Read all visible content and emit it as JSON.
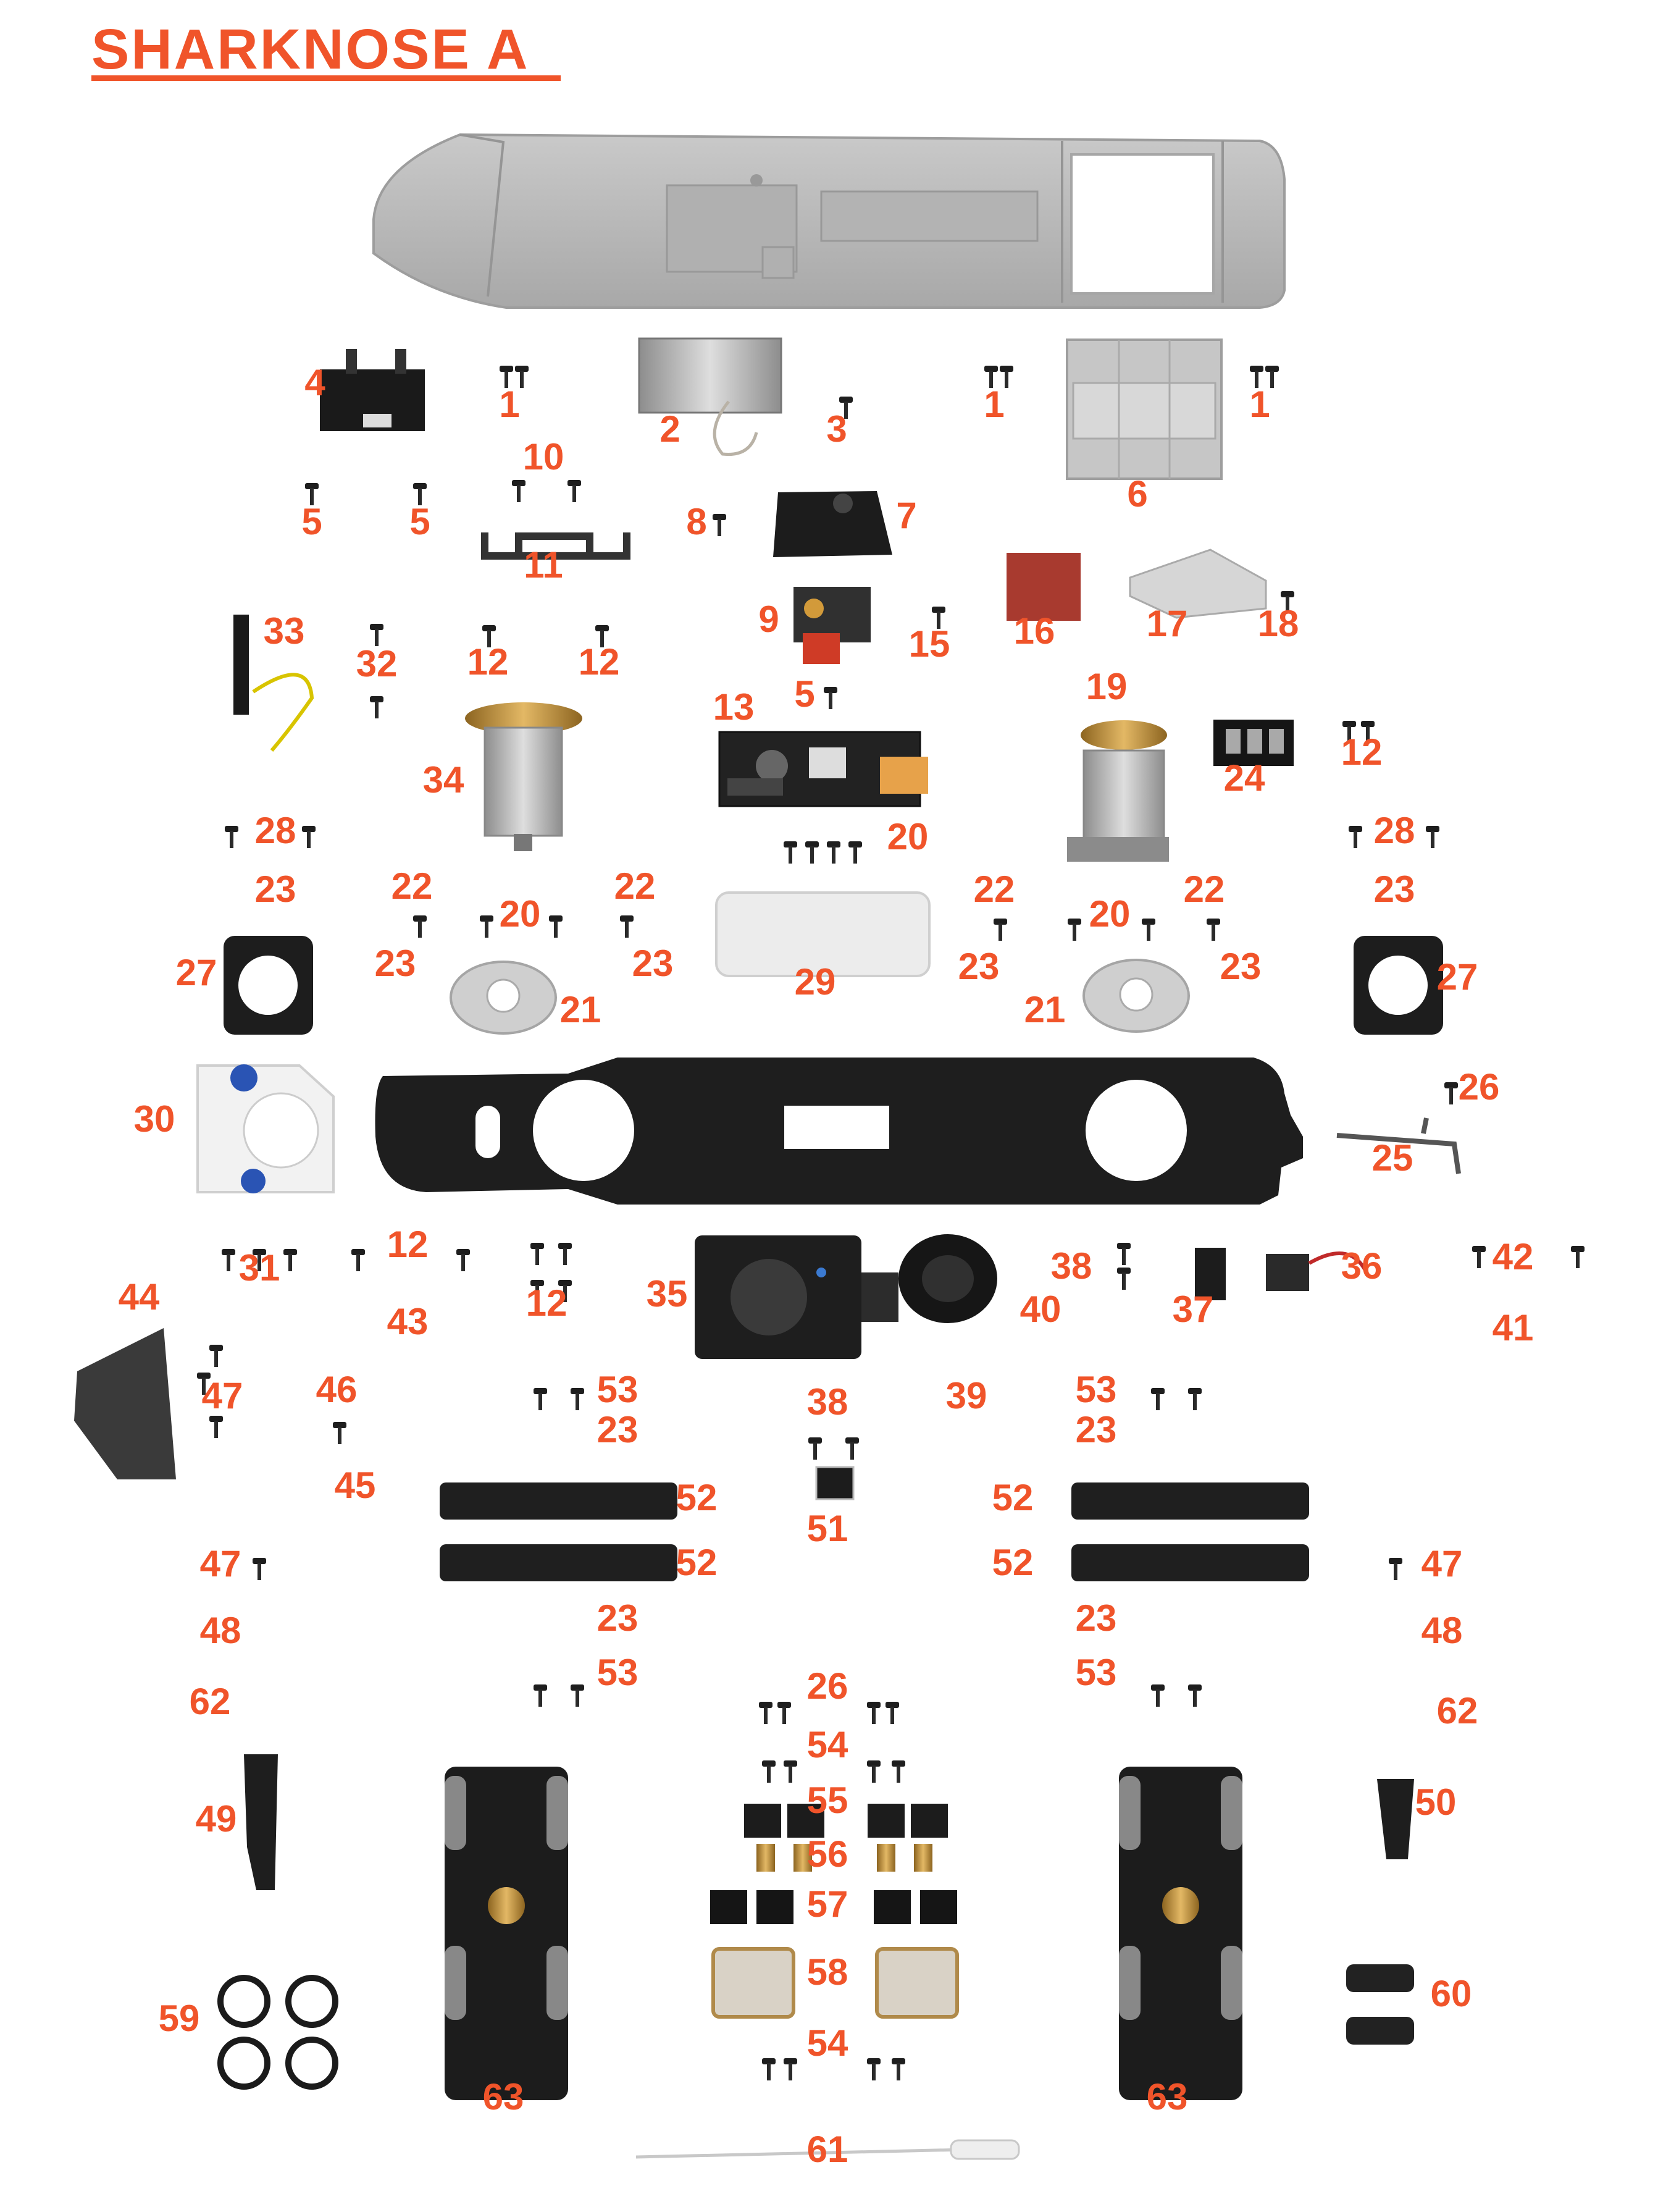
{
  "title": "SHARKNOSE A",
  "colors": {
    "accent": "#f0542a",
    "shell": "#b9b9b9",
    "part_dark": "#1c1c1c",
    "part_grey": "#9a9a9a",
    "brass": "#b8893a"
  },
  "callouts": [
    "4",
    "1",
    "2",
    "3",
    "1",
    "1",
    "6",
    "10",
    "5",
    "5",
    "11",
    "8",
    "7",
    "33",
    "32",
    "12",
    "12",
    "9",
    "15",
    "16",
    "17",
    "18",
    "5",
    "13",
    "19",
    "24",
    "12",
    "34",
    "20",
    "28",
    "28",
    "23",
    "23",
    "22",
    "22",
    "22",
    "22",
    "20",
    "20",
    "27",
    "23",
    "23",
    "21",
    "29",
    "23",
    "23",
    "21",
    "27",
    "30",
    "26",
    "25",
    "31",
    "12",
    "12",
    "35",
    "38",
    "36",
    "42",
    "44",
    "43",
    "40",
    "37",
    "41",
    "47",
    "46",
    "53",
    "39",
    "53",
    "23",
    "38",
    "23",
    "45",
    "52",
    "51",
    "52",
    "47",
    "52",
    "52",
    "47",
    "48",
    "23",
    "23",
    "48",
    "62",
    "53",
    "26",
    "53",
    "62",
    "54",
    "55",
    "50",
    "49",
    "56",
    "57",
    "58",
    "59",
    "60",
    "54",
    "63",
    "63",
    "61"
  ]
}
